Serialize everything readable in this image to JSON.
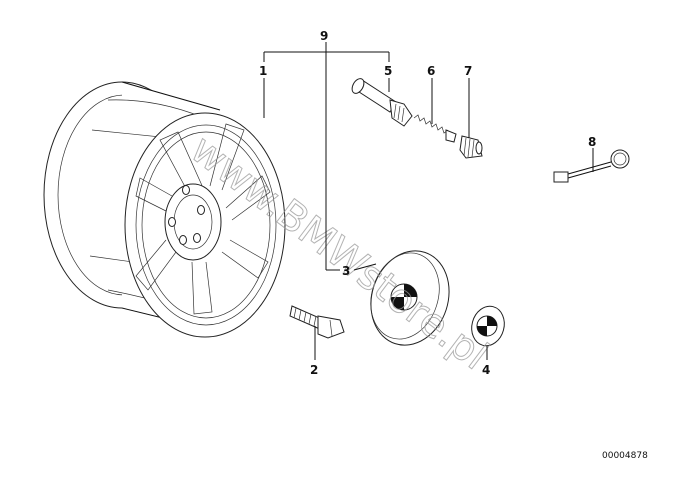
{
  "parts": {
    "rim": "1",
    "wheel_bolt": "2",
    "hub_cap": "3",
    "emblem": "4",
    "valve": "5",
    "valve_core": "6",
    "valve_cap": "7",
    "puller_tool": "8",
    "group": "9"
  },
  "watermark": "www.BMWstore.pl",
  "diagram_code": "00004878"
}
